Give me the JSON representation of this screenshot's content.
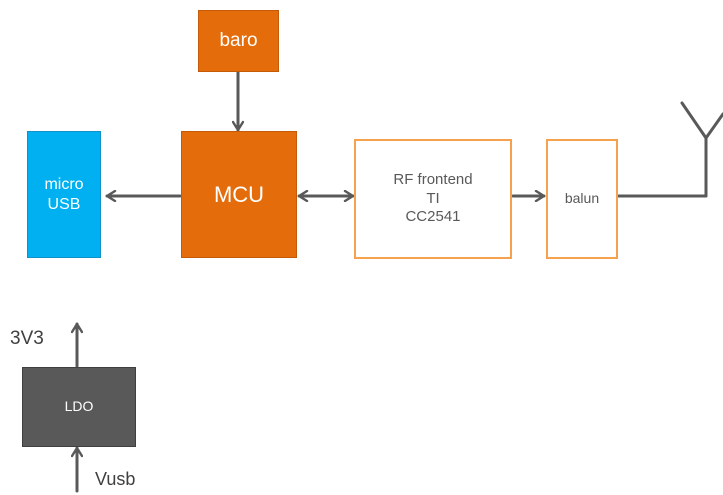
{
  "colors": {
    "orange_fill": "#e46c0a",
    "blue_fill": "#00b0f0",
    "gray_fill": "#595959",
    "outline_orange": "#f5a14e",
    "connector": "#595959"
  },
  "blocks": {
    "baro": "baro",
    "mcu": "MCU",
    "micro_usb": "micro\nUSB",
    "rf_frontend": "RF frontend\nTI\nCC2541",
    "balun": "balun",
    "ldo": "LDO"
  },
  "labels": {
    "out_3v3": "3V3",
    "in_vusb": "Vusb"
  },
  "icons": {
    "antenna": "antenna-icon"
  }
}
